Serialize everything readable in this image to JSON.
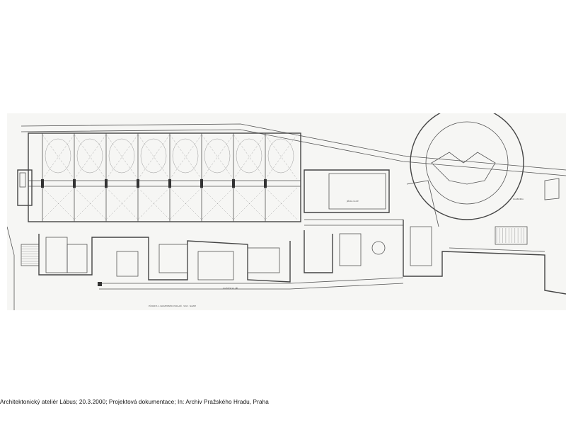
{
  "caption": "Architektonický ateliér Lábus; 20.3.2000; Projektová dokumentace; In: Archiv Pražského Hradu, Praha",
  "plan": {
    "title_line_1": "KLÁŠTER SV. JIŘÍ",
    "title_line_2": "PŮDORYS 1. NADZEMNÍHO PODLAŽÍ · STAV · NÁVRH",
    "label_street": "JIŘSKÁ ULICE",
    "label_tower": "DALIBORKA"
  }
}
